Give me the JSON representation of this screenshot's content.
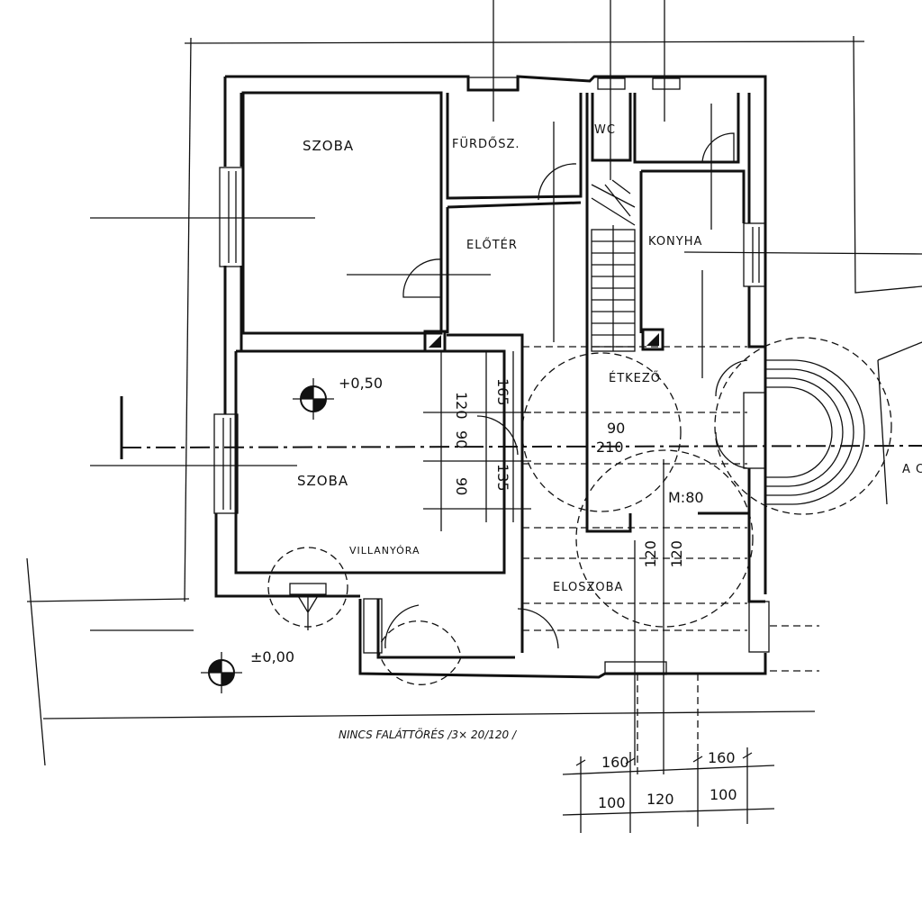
{
  "rooms": {
    "szoba_top": "SZOBA",
    "furdoszoba": "FÜRDŐSZ.",
    "wc": "WC",
    "eloter": "ELŐTÉR",
    "konyha": "KONYHA",
    "etkezo": "ÉTKEZŐ",
    "szoba_bottom": "SZOBA",
    "villanyora": "VILLANYÓRA",
    "eloszoba": "ELOSZOBA"
  },
  "levels": {
    "upper": "+0,50",
    "ground": "±0,00"
  },
  "dimensions": {
    "d120a": "120",
    "d165": "165",
    "d90a": "90",
    "d90b": "90",
    "d135": "135",
    "d90c": "90",
    "d210": "210",
    "m80": "M:80",
    "d120b": "120",
    "d120c": "120",
    "d160a": "160",
    "d160b": "160",
    "d100a": "100",
    "d120d": "120",
    "d100b": "100"
  },
  "notes": {
    "falattores": "NINCS FALÁTTÖRÉS /3× 20/120 /",
    "edge_text": "A C"
  }
}
